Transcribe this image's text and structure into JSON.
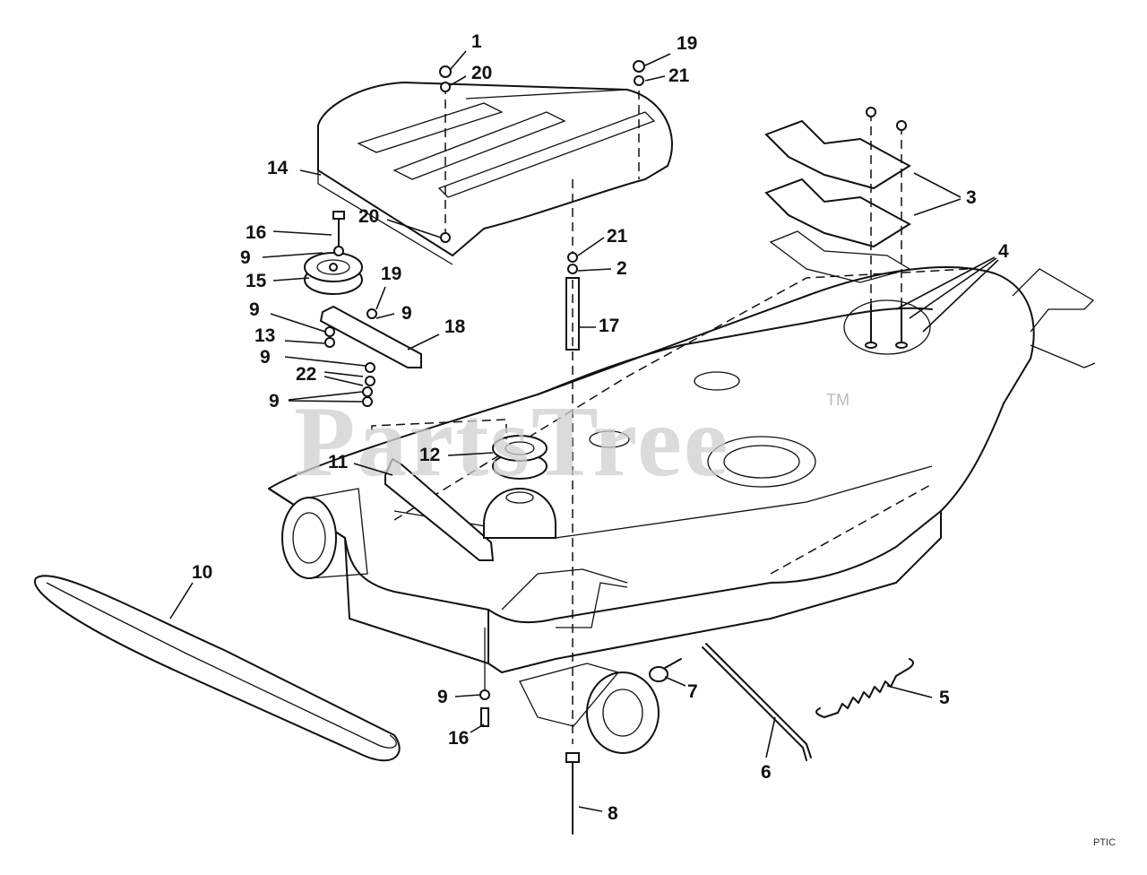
{
  "watermark": {
    "text": "PartsTree",
    "trademark": "TM"
  },
  "image_code": "PTIC",
  "callouts": [
    {
      "id": "c1",
      "label": "1"
    },
    {
      "id": "c20a",
      "label": "20"
    },
    {
      "id": "c19a",
      "label": "19"
    },
    {
      "id": "c21a",
      "label": "21"
    },
    {
      "id": "c14",
      "label": "14"
    },
    {
      "id": "c20b",
      "label": "20"
    },
    {
      "id": "c16a",
      "label": "16"
    },
    {
      "id": "c9a",
      "label": "9"
    },
    {
      "id": "c15",
      "label": "15"
    },
    {
      "id": "c19b",
      "label": "19"
    },
    {
      "id": "c9b",
      "label": "9"
    },
    {
      "id": "c9c",
      "label": "9"
    },
    {
      "id": "c18",
      "label": "18"
    },
    {
      "id": "c13",
      "label": "13"
    },
    {
      "id": "c9d",
      "label": "9"
    },
    {
      "id": "c22",
      "label": "22"
    },
    {
      "id": "c9e",
      "label": "9"
    },
    {
      "id": "c21b",
      "label": "21"
    },
    {
      "id": "c2",
      "label": "2"
    },
    {
      "id": "c17",
      "label": "17"
    },
    {
      "id": "c3",
      "label": "3"
    },
    {
      "id": "c4",
      "label": "4"
    },
    {
      "id": "c12",
      "label": "12"
    },
    {
      "id": "c11",
      "label": "11"
    },
    {
      "id": "c10",
      "label": "10"
    },
    {
      "id": "c9f",
      "label": "9"
    },
    {
      "id": "c16b",
      "label": "16"
    },
    {
      "id": "c7",
      "label": "7"
    },
    {
      "id": "c5",
      "label": "5"
    },
    {
      "id": "c6",
      "label": "6"
    },
    {
      "id": "c8",
      "label": "8"
    }
  ]
}
